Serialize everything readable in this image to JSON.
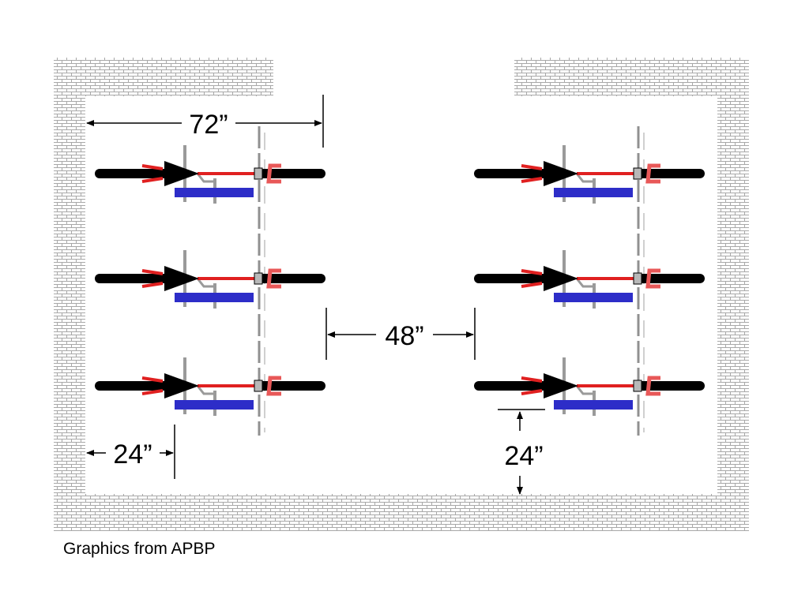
{
  "dimensions": {
    "rack_length": "72”",
    "aisle_width": "48”",
    "wall_clearance_side": "24”",
    "wall_clearance_end": "24”"
  },
  "caption": "Graphics from APBP",
  "colors": {
    "wall_fill": "#ffffff",
    "wall_brick": "#a8a8a8",
    "tire": "#000000",
    "frame": "#e02020",
    "handlebar": "#e85858",
    "rack_post": "#909090",
    "rack_bar": "#2d2dc8",
    "dimension_line": "#000000"
  },
  "icons": [
    "bicycle-icon",
    "bike-rack-icon",
    "brick-wall-icon",
    "arrow-left-icon",
    "arrow-right-icon",
    "arrow-up-icon",
    "arrow-down-icon"
  ]
}
